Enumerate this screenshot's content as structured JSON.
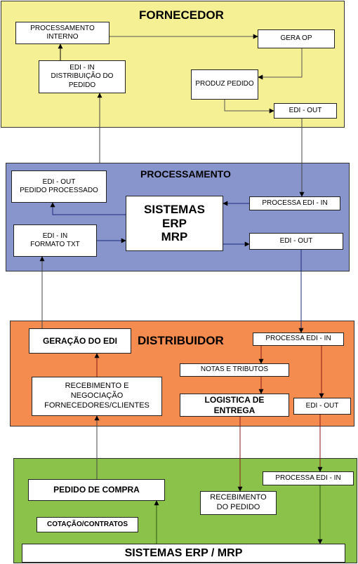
{
  "colors": {
    "fornecedor": "#f6f094",
    "processamento": "#8895cd",
    "distribuidor": "#f48b4f",
    "cliente": "#8bc34a"
  },
  "fornecedor": {
    "title": "FORNECEDOR",
    "processamento_interno": "PROCESSAMENTO\nINTERNO",
    "gera_op": "GERA OP",
    "edi_in_distribuicao": "EDI - IN\nDISTRIBUIÇÃO DO\nPEDIDO",
    "produz_pedido": "PRODUZ PEDIDO",
    "edi_out": "EDI - OUT"
  },
  "processamento": {
    "title": "PROCESSAMENTO",
    "edi_out_pedido": "EDI - OUT\nPEDIDO PROCESSADO",
    "sistemas": "SISTEMAS\nERP\nMRP",
    "processa_edi_in": "PROCESSA EDI - IN",
    "edi_in_formato": "EDI - IN\nFORMATO TXT",
    "edi_out": "EDI - OUT"
  },
  "distribuidor": {
    "title": "DISTRIBUIDOR",
    "geracao_edi": "GERAÇÃO DO EDI",
    "processa_edi_in": "PROCESSA EDI - IN",
    "notas_tributos": "NOTAS E TRIBUTOS",
    "recebimento_negociacao": "RECEBIMENTO E\nNEGOCIAÇÃO\nFORNECEDORES/CLIENTES",
    "logistica": "LOGISTICA DE\nENTREGA",
    "edi_out": "EDI - OUT"
  },
  "cliente": {
    "processa_edi_in": "PROCESSA EDI - IN",
    "pedido_compra": "PEDIDO DE COMPRA",
    "recebimento_pedido": "RECEBIMENTO\nDO PEDIDO",
    "cotacao": "COTAÇÃO/CONTRATOS",
    "sistemas": "SISTEMAS ERP / MRP"
  }
}
